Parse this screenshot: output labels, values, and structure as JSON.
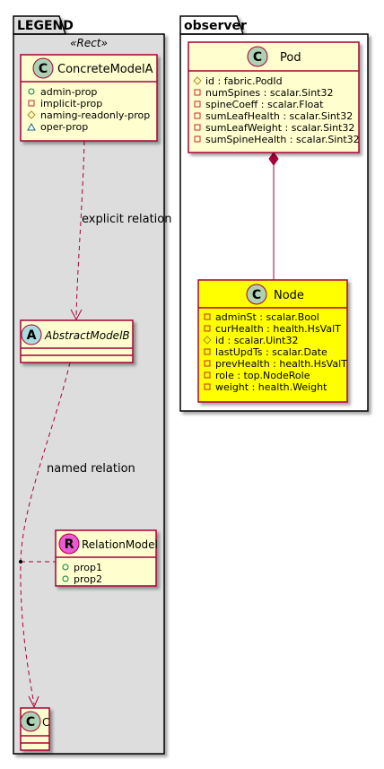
{
  "packages": {
    "legend": {
      "title": "LEGEND",
      "stereotype": "«Rect»",
      "fill": "#dddddd"
    },
    "observer": {
      "title": "observer",
      "fill": "#ffffff"
    }
  },
  "classes": {
    "concrete_model_a": {
      "glyph": "C",
      "name": "ConcreteModelA",
      "members": [
        {
          "visibility": "public",
          "label": "admin-prop"
        },
        {
          "visibility": "private",
          "label": "implicit-prop"
        },
        {
          "visibility": "protected",
          "label": "naming-readonly-prop"
        },
        {
          "visibility": "package",
          "label": "oper-prop"
        }
      ]
    },
    "abstract_model_b": {
      "glyph": "A",
      "name": "AbstractModelB"
    },
    "relation_model": {
      "glyph": "R",
      "name": "RelationModel",
      "members": [
        {
          "visibility": "public",
          "label": "prop1"
        },
        {
          "visibility": "public",
          "label": "prop2"
        }
      ]
    },
    "class_c": {
      "glyph": "C",
      "name": "C"
    },
    "pod": {
      "glyph": "C",
      "name": "Pod",
      "members": [
        {
          "visibility": "protected",
          "label": "id : fabric.PodId"
        },
        {
          "visibility": "private",
          "label": "numSpines : scalar.Sint32"
        },
        {
          "visibility": "private",
          "label": "spineCoeff : scalar.Float"
        },
        {
          "visibility": "private",
          "label": "sumLeafHealth : scalar.Sint32"
        },
        {
          "visibility": "private",
          "label": "sumLeafWeight : scalar.Sint32"
        },
        {
          "visibility": "private",
          "label": "sumSpineHealth : scalar.Sint32"
        }
      ]
    },
    "node": {
      "glyph": "C",
      "name": "Node",
      "members": [
        {
          "visibility": "private",
          "label": "adminSt : scalar.Bool"
        },
        {
          "visibility": "private",
          "label": "curHealth : health.HsValT"
        },
        {
          "visibility": "protected",
          "label": "id : scalar.Uint32"
        },
        {
          "visibility": "private",
          "label": "lastUpdTs : scalar.Date"
        },
        {
          "visibility": "private",
          "label": "prevHealth : health.HsValT"
        },
        {
          "visibility": "private",
          "label": "role : top.NodeRole"
        },
        {
          "visibility": "private",
          "label": "weight : health.Weight"
        }
      ]
    }
  },
  "relations": {
    "explicit": {
      "label": "explicit relation"
    },
    "named": {
      "label": "named relation"
    }
  },
  "colors": {
    "class_fill": "#fefece",
    "highlight_fill": "#ffff00",
    "border": "#a80036",
    "circle_c": "#add1b2",
    "circle_a": "#a9dcdf",
    "circle_r": "#eb59d4",
    "public": "#038048",
    "private": "#c82930",
    "protected": "#b38d22",
    "package": "#1963a0"
  }
}
